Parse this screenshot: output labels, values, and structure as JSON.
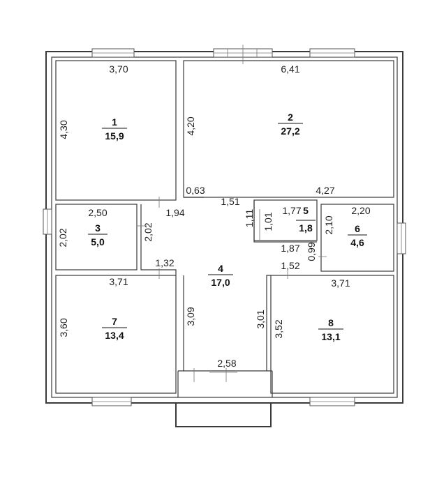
{
  "rooms": [
    {
      "number": "1",
      "area": "15,9",
      "dim_top": "3,70",
      "dim_side": "4,30"
    },
    {
      "number": "2",
      "area": "27,2",
      "dim_top": "6,41",
      "dim_side": "4,20"
    },
    {
      "number": "3",
      "area": "5,0",
      "dim_top": "2,50",
      "dim_side": "2,02"
    },
    {
      "number": "4",
      "area": "17,0"
    },
    {
      "number": "5",
      "area": "1,8",
      "dim_top": "1,77",
      "dim_side": "1,01"
    },
    {
      "number": "6",
      "area": "4,6",
      "dim_top": "2,20",
      "dim_side": "2,10"
    },
    {
      "number": "7",
      "area": "13,4",
      "dim_top": "3,71",
      "dim_side": "3,60"
    },
    {
      "number": "8",
      "area": "13,1",
      "dim_top": "3,71",
      "dim_side": "3,52"
    }
  ],
  "dims": {
    "d063": "0,63",
    "d151": "1,51",
    "d427": "4,27",
    "d194": "1,94",
    "d111": "1,11",
    "d202b": "2,02",
    "d132": "1,32",
    "d187": "1,87",
    "d099": "0,99",
    "d152": "1,52",
    "d309": "3,09",
    "d301": "3,01",
    "d258": "2,58"
  }
}
